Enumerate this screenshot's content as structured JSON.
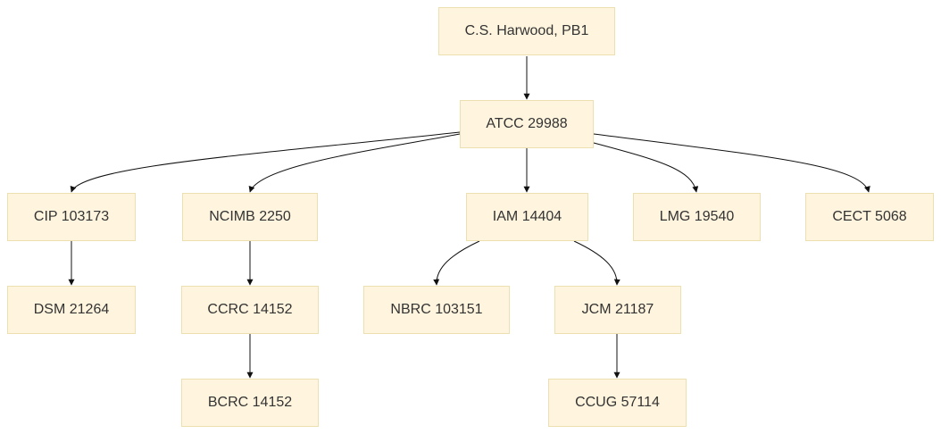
{
  "diagram": {
    "nodes": {
      "harwood": "C.S. Harwood, PB1",
      "atcc": "ATCC 29988",
      "cip": "CIP 103173",
      "ncimb": "NCIMB 2250",
      "iam": "IAM 14404",
      "lmg": "LMG 19540",
      "cect": "CECT 5068",
      "dsm": "DSM 21264",
      "ccrc": "CCRC 14152",
      "nbrc": "NBRC 103151",
      "jcm": "JCM 21187",
      "bcrc": "BCRC 14152",
      "ccug": "CCUG 57114"
    },
    "edges": [
      [
        "harwood",
        "atcc"
      ],
      [
        "atcc",
        "cip"
      ],
      [
        "atcc",
        "ncimb"
      ],
      [
        "atcc",
        "iam"
      ],
      [
        "atcc",
        "lmg"
      ],
      [
        "atcc",
        "cect"
      ],
      [
        "cip",
        "dsm"
      ],
      [
        "ncimb",
        "ccrc"
      ],
      [
        "ccrc",
        "bcrc"
      ],
      [
        "iam",
        "nbrc"
      ],
      [
        "iam",
        "jcm"
      ],
      [
        "jcm",
        "ccug"
      ]
    ]
  }
}
